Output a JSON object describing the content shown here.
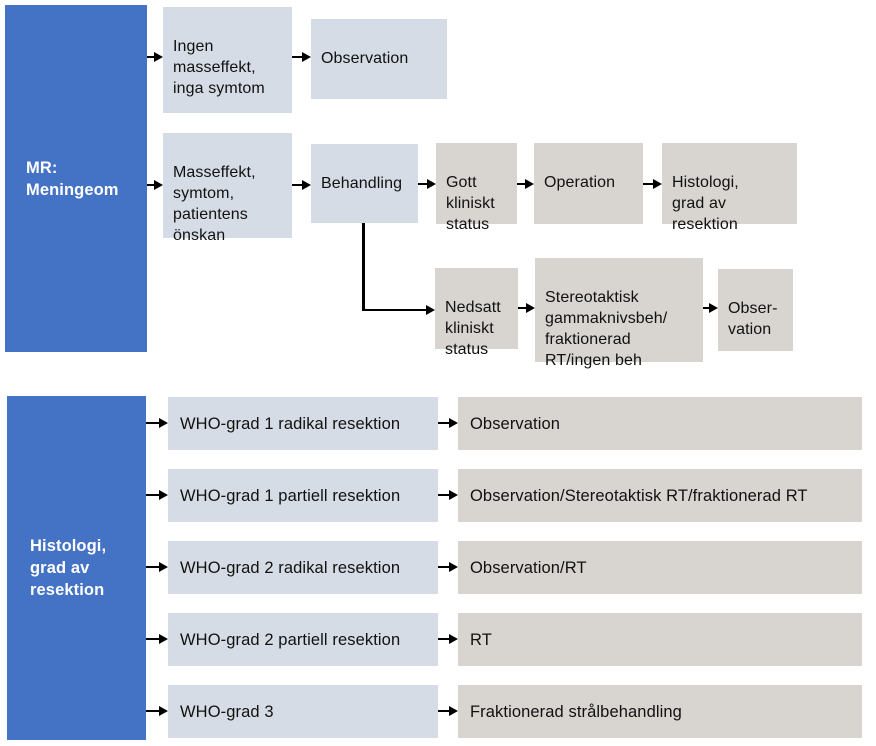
{
  "top_flow": {
    "root": "MR:\nMeningeom",
    "no_mass_effect": "Ingen\nmasseffekt,\ninga symtom",
    "observation": "Observation",
    "mass_effect": "Masseffekt,\nsymtom,\npatientens\nönskan",
    "treatment": "Behandling",
    "good_clinical_status": "Gott\nkliniskt\nstatus",
    "operation": "Operation",
    "histology_resection": "Histologi,\ngrad av\nresektion",
    "reduced_clinical_status": "Nedsatt\nkliniskt\nstatus",
    "stereotactic_rt": "Stereotaktisk\ngammaknivsbeh/\nfraktionerad\nRT/ingen beh",
    "observation_short": "Obser-\nvation"
  },
  "bottom_flow": {
    "root": "Histologi,\ngrad av\nresektion",
    "rows": [
      {
        "grade": "WHO-grad 1 radikal resektion",
        "treatment": "Observation"
      },
      {
        "grade": "WHO-grad 1 partiell resektion",
        "treatment": "Observation/Stereotaktisk RT/fraktionerad RT"
      },
      {
        "grade": "WHO-grad 2 radikal resektion",
        "treatment": "Observation/RT"
      },
      {
        "grade": "WHO-grad 2 partiell resektion",
        "treatment": "RT"
      },
      {
        "grade": "WHO-grad 3",
        "treatment": "Fraktionerad strålbehandling"
      }
    ]
  },
  "colors": {
    "root_blue": "#4472C4",
    "condition_fill": "#D6DCE5",
    "outcome_fill": "#D8D4D0",
    "arrow": "#000000",
    "text": "#111111",
    "root_text": "#FFFFFF"
  }
}
